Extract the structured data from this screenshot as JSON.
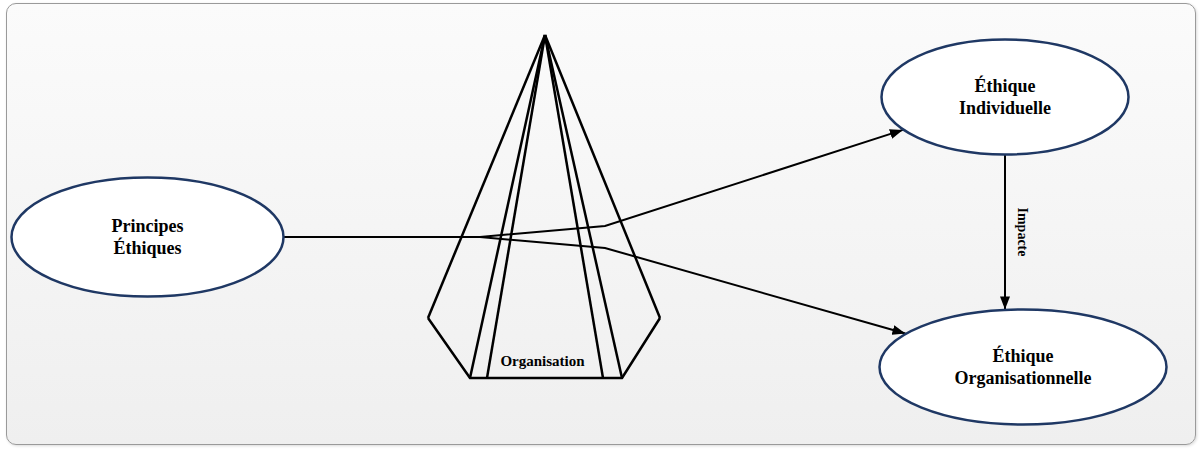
{
  "diagram": {
    "nodes": [
      {
        "text": [
          "Principes Éthiques"
        ]
      },
      {
        "text": [
          "Organisation"
        ]
      },
      {
        "text": [
          "Éthique Individuelle"
        ]
      },
      {
        "text": [
          "Éthique Organisationnelle"
        ]
      }
    ],
    "edges": [
      {
        "from": 0,
        "to": 2,
        "arrow": "to"
      },
      {
        "from": 0,
        "to": 3,
        "arrow": "to"
      },
      {
        "from": 2,
        "to": 3,
        "label": "Impacte",
        "arrow": "to"
      }
    ]
  }
}
